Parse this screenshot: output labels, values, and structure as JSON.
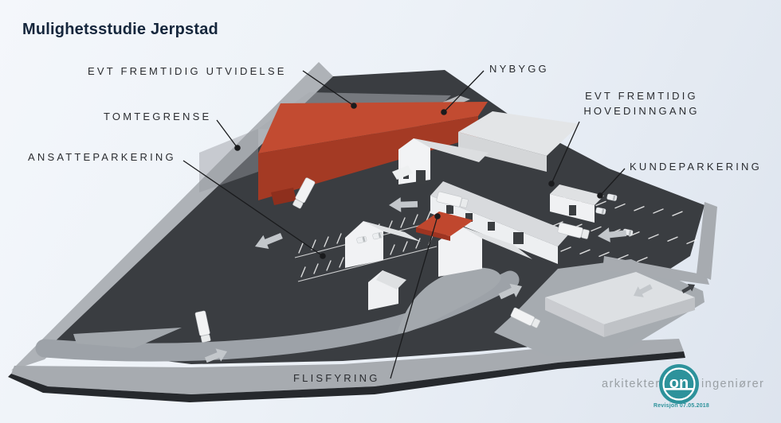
{
  "title": "Mulighetsstudie Jerpstad",
  "annotations": {
    "utvidelse": "EVT FREMTIDIG UTVIDELSE",
    "nybygg": "NYBYGG",
    "tomtegrense": "TOMTEGRENSE",
    "hovedinngang_line1": "EVT FREMTIDIG",
    "hovedinngang_line2": "HOVEDINNGANG",
    "ansatteparkering": "ANSATTEPARKERING",
    "kundeparkering": "KUNDEPARKERING",
    "flisfyring": "FLISFYRING"
  },
  "footer": {
    "arkitekter": "arkitekter",
    "ingeniorer": "ingeniører",
    "logo_text": "on",
    "revision": "Revisjon 07.05.2018"
  },
  "colors": {
    "new_building_red": "#c24b31",
    "asphalt_dark": "#3a3d41",
    "road_gray": "#a7abb0",
    "building_white": "#f1f2f4",
    "logo_teal": "#2d929b",
    "label_text": "#2a2c30",
    "title_text": "#15263c"
  }
}
